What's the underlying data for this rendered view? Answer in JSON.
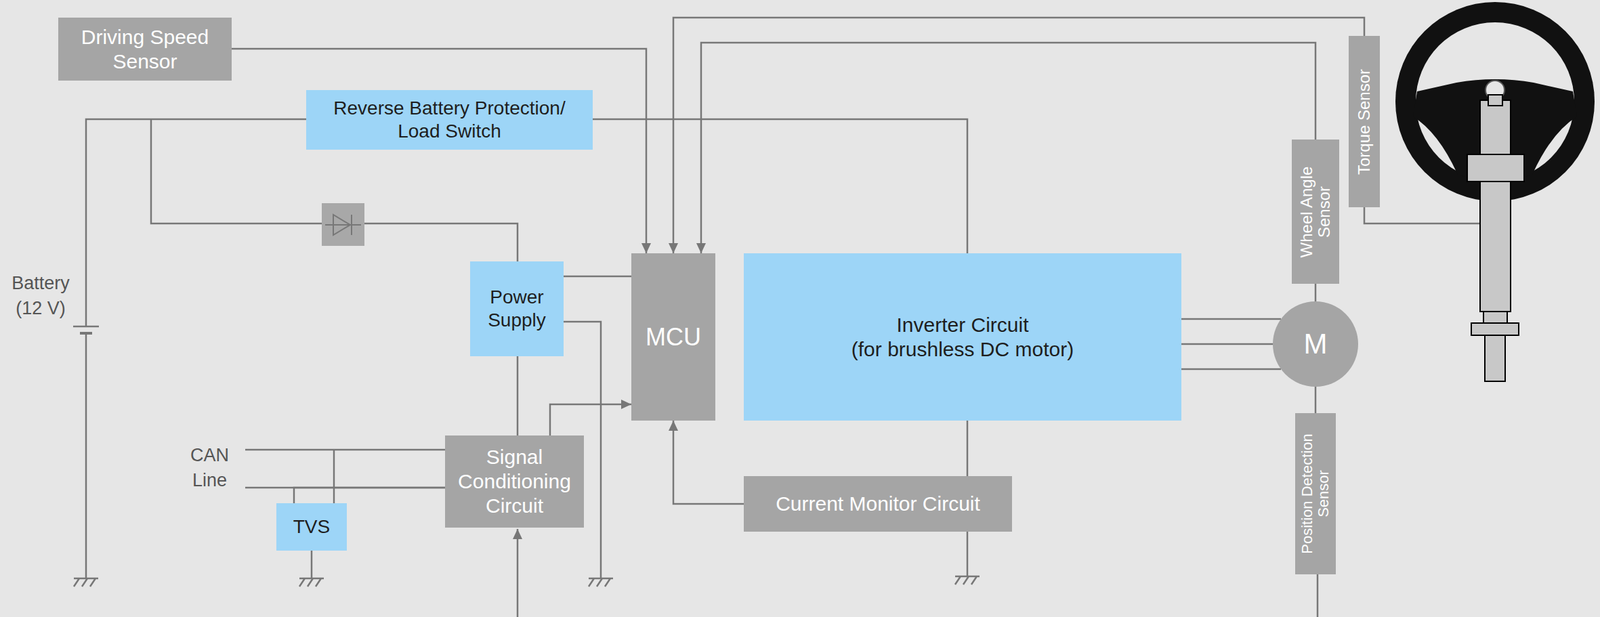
{
  "diagram": {
    "nodes": [
      {
        "text": [
          "Driving Speed Sensor"
        ]
      },
      {
        "text": [
          "Reverse Battery Protection/ Load Switch"
        ]
      },
      {
        "text": [
          "Torque Sensor"
        ]
      },
      {
        "text": [
          "Wheel Angle Sensor"
        ]
      },
      {
        "text": [
          "Power Supply"
        ]
      },
      {
        "text": [
          "MCU"
        ]
      },
      {
        "text": [
          "Inverter Circuit",
          "(for brushless DC motor)"
        ]
      },
      {
        "text": [
          "M"
        ]
      },
      {
        "text": [
          "Signal Conditioning Circuit"
        ]
      },
      {
        "text": [
          "Current Monitor Circuit"
        ]
      },
      {
        "text": [
          "TVS"
        ]
      },
      {
        "text": [
          "Position Detection Sensor"
        ]
      }
    ],
    "edges": [
      {
        "from": 0,
        "to": 5,
        "arrow": "to"
      },
      {
        "from": 2,
        "to": 5,
        "arrow": "to"
      },
      {
        "from": 3,
        "to": 5,
        "arrow": "to"
      },
      {
        "from": 1,
        "to": 6,
        "arrow": "none"
      },
      {
        "from": 4,
        "to": 5,
        "arrow": "none"
      },
      {
        "from": 4,
        "to": 8,
        "arrow": "none"
      },
      {
        "from": 8,
        "to": 5,
        "arrow": "to"
      },
      {
        "from": 9,
        "to": 5,
        "arrow": "to"
      },
      {
        "from": 6,
        "to": 9,
        "arrow": "none"
      },
      {
        "from": 6,
        "to": 7,
        "arrow": "none"
      },
      {
        "from": 6,
        "to": 7,
        "arrow": "none"
      },
      {
        "from": 6,
        "to": 7,
        "arrow": "none"
      },
      {
        "from": 3,
        "to": 7,
        "arrow": "none"
      },
      {
        "from": 7,
        "to": 11,
        "arrow": "none"
      },
      {
        "from": 10,
        "to": 8,
        "arrow": "none"
      }
    ],
    "labels": [
      "Battery (12 V)",
      "CAN Line"
    ]
  }
}
